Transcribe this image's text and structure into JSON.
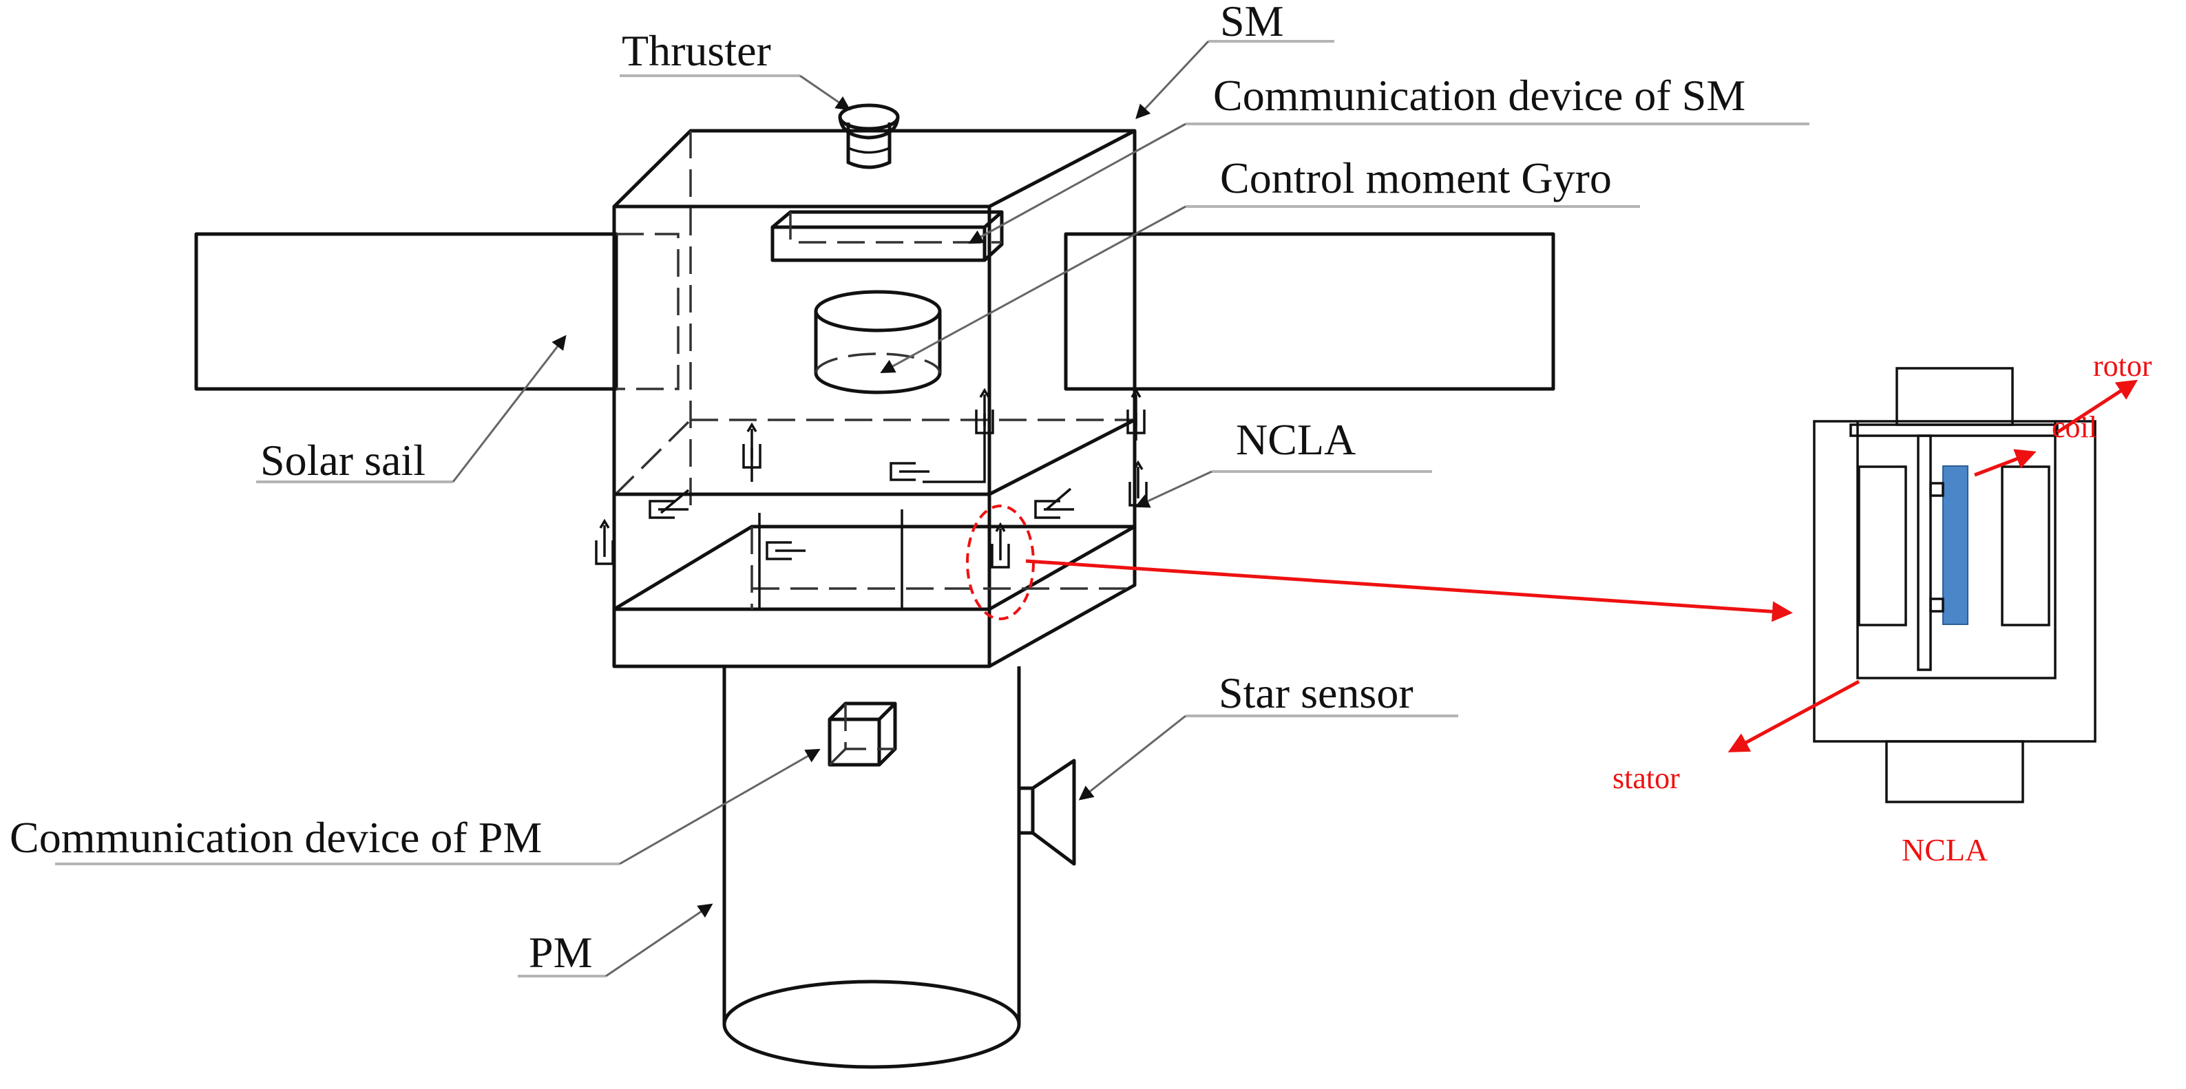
{
  "labels": {
    "thruster": "Thruster",
    "sm": "SM",
    "comm_sm": "Communication device of SM",
    "cmg": "Control moment Gyro",
    "solar_sail": "Solar sail",
    "ncla": "NCLA",
    "star_sensor": "Star sensor",
    "comm_pm": "Communication device of PM",
    "pm": "PM"
  },
  "detail": {
    "rotor": "rotor",
    "coil": "coil",
    "stator": "stator",
    "title": "NCLA"
  },
  "colors": {
    "line": "#111111",
    "leader": "#b4b4b4",
    "highlight": "#ee1111",
    "coil_fill": "#4a86c8"
  }
}
